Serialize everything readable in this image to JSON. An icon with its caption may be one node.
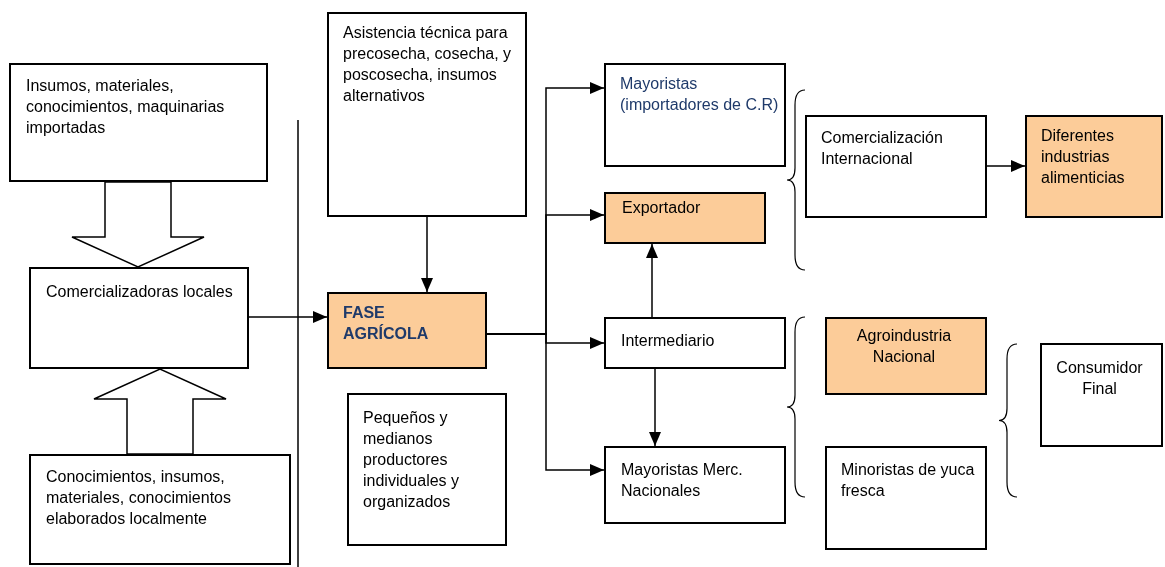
{
  "diagram": {
    "nodes": [
      {
        "text": [
          "Insumos, materiales, conocimientos, maquinarias importadas"
        ]
      },
      {
        "text": [
          "Comercializadoras locales"
        ]
      },
      {
        "text": [
          "Conocimientos, insumos, materiales, conocimientos elaborados localmente"
        ]
      },
      {
        "text": [
          "Asistencia técnica para precosecha, cosecha, y poscosecha, insumos alternativos"
        ]
      },
      {
        "text": [
          "FASE AGRÍCOLA"
        ]
      },
      {
        "text": [
          "Pequeños y medianos productores individuales y organizados"
        ]
      },
      {
        "text": [
          "Mayoristas (importadores de C.R)"
        ]
      },
      {
        "text": [
          "Exportador"
        ]
      },
      {
        "text": [
          "Comercialización Internacional"
        ]
      },
      {
        "text": [
          "Diferentes industrias alimenticias"
        ]
      },
      {
        "text": [
          "Intermediario"
        ]
      },
      {
        "text": [
          "Mayoristas Merc. Nacionales"
        ]
      },
      {
        "text": [
          "Agroindustria Nacional"
        ]
      },
      {
        "text": [
          "Minoristas de yuca fresca"
        ]
      },
      {
        "text": [
          "Consumidor Final"
        ]
      }
    ],
    "edges": [
      {
        "from": 0,
        "to": 1,
        "arrow": "to",
        "style": "thick"
      },
      {
        "from": 2,
        "to": 1,
        "arrow": "to",
        "style": "thick"
      },
      {
        "from": 1,
        "to": 4,
        "arrow": "to"
      },
      {
        "from": 3,
        "to": 4,
        "arrow": "to"
      },
      {
        "from": 4,
        "to": 6,
        "arrow": "to"
      },
      {
        "from": 4,
        "to": 7,
        "arrow": "to"
      },
      {
        "from": 4,
        "to": 10,
        "arrow": "to"
      },
      {
        "from": 4,
        "to": 11,
        "arrow": "to"
      },
      {
        "from": 10,
        "to": 7,
        "arrow": "to"
      },
      {
        "from": 10,
        "to": 11,
        "arrow": "to"
      },
      {
        "from": 8,
        "to": 9,
        "arrow": "to"
      }
    ]
  }
}
